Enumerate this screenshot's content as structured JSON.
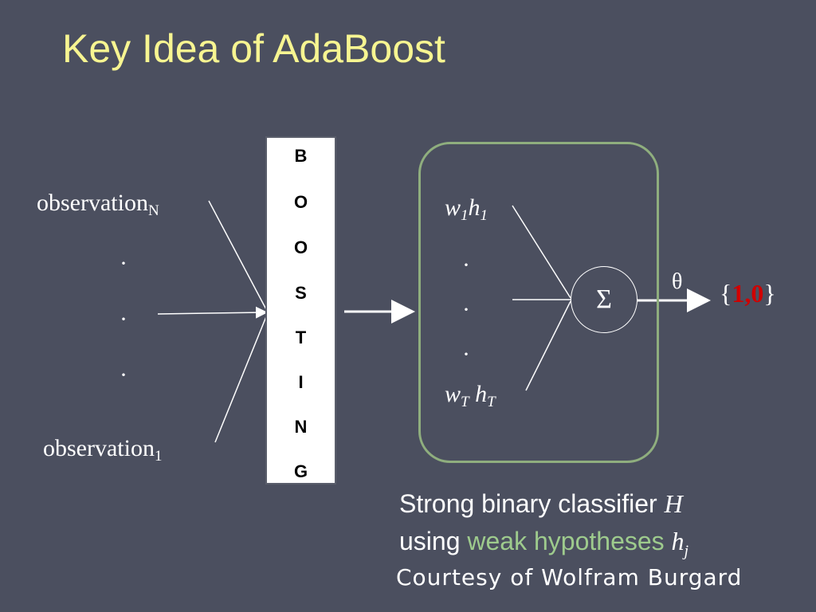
{
  "title": "Key Idea of AdaBoost",
  "inputs": {
    "top_label": "observation",
    "top_sub": "N",
    "dots": [
      "·",
      "·",
      "·"
    ],
    "bottom_label": "observation",
    "bottom_sub": "1"
  },
  "boosting_letters": [
    "B",
    "O",
    "O",
    "S",
    "T",
    "I",
    "N",
    "G"
  ],
  "hypotheses": {
    "top_w": "w",
    "top_w_sub": "1",
    "top_h": "h",
    "top_h_sub": "1",
    "dots": [
      "·",
      "·",
      "·"
    ],
    "bottom_w": "w",
    "bottom_w_sub": "T",
    "bottom_h": "h",
    "bottom_h_sub": "T"
  },
  "sum_symbol": "Σ",
  "threshold_symbol": "θ",
  "output": {
    "open": "{",
    "value": "1,0",
    "close": "}"
  },
  "caption": {
    "line1_text": "Strong binary classifier ",
    "line1_var": "H",
    "line2_text": "using ",
    "line2_highlight": "weak hypotheses",
    "line2_var": "h",
    "line2_var_sub": "j"
  },
  "courtesy": "Courtesy of Wolfram Burgard",
  "colors": {
    "background": "#4b4f5f",
    "title": "#f7f591",
    "box_border": "#8fae7e",
    "output_value": "#d00000",
    "highlight": "#9ecb8d"
  }
}
